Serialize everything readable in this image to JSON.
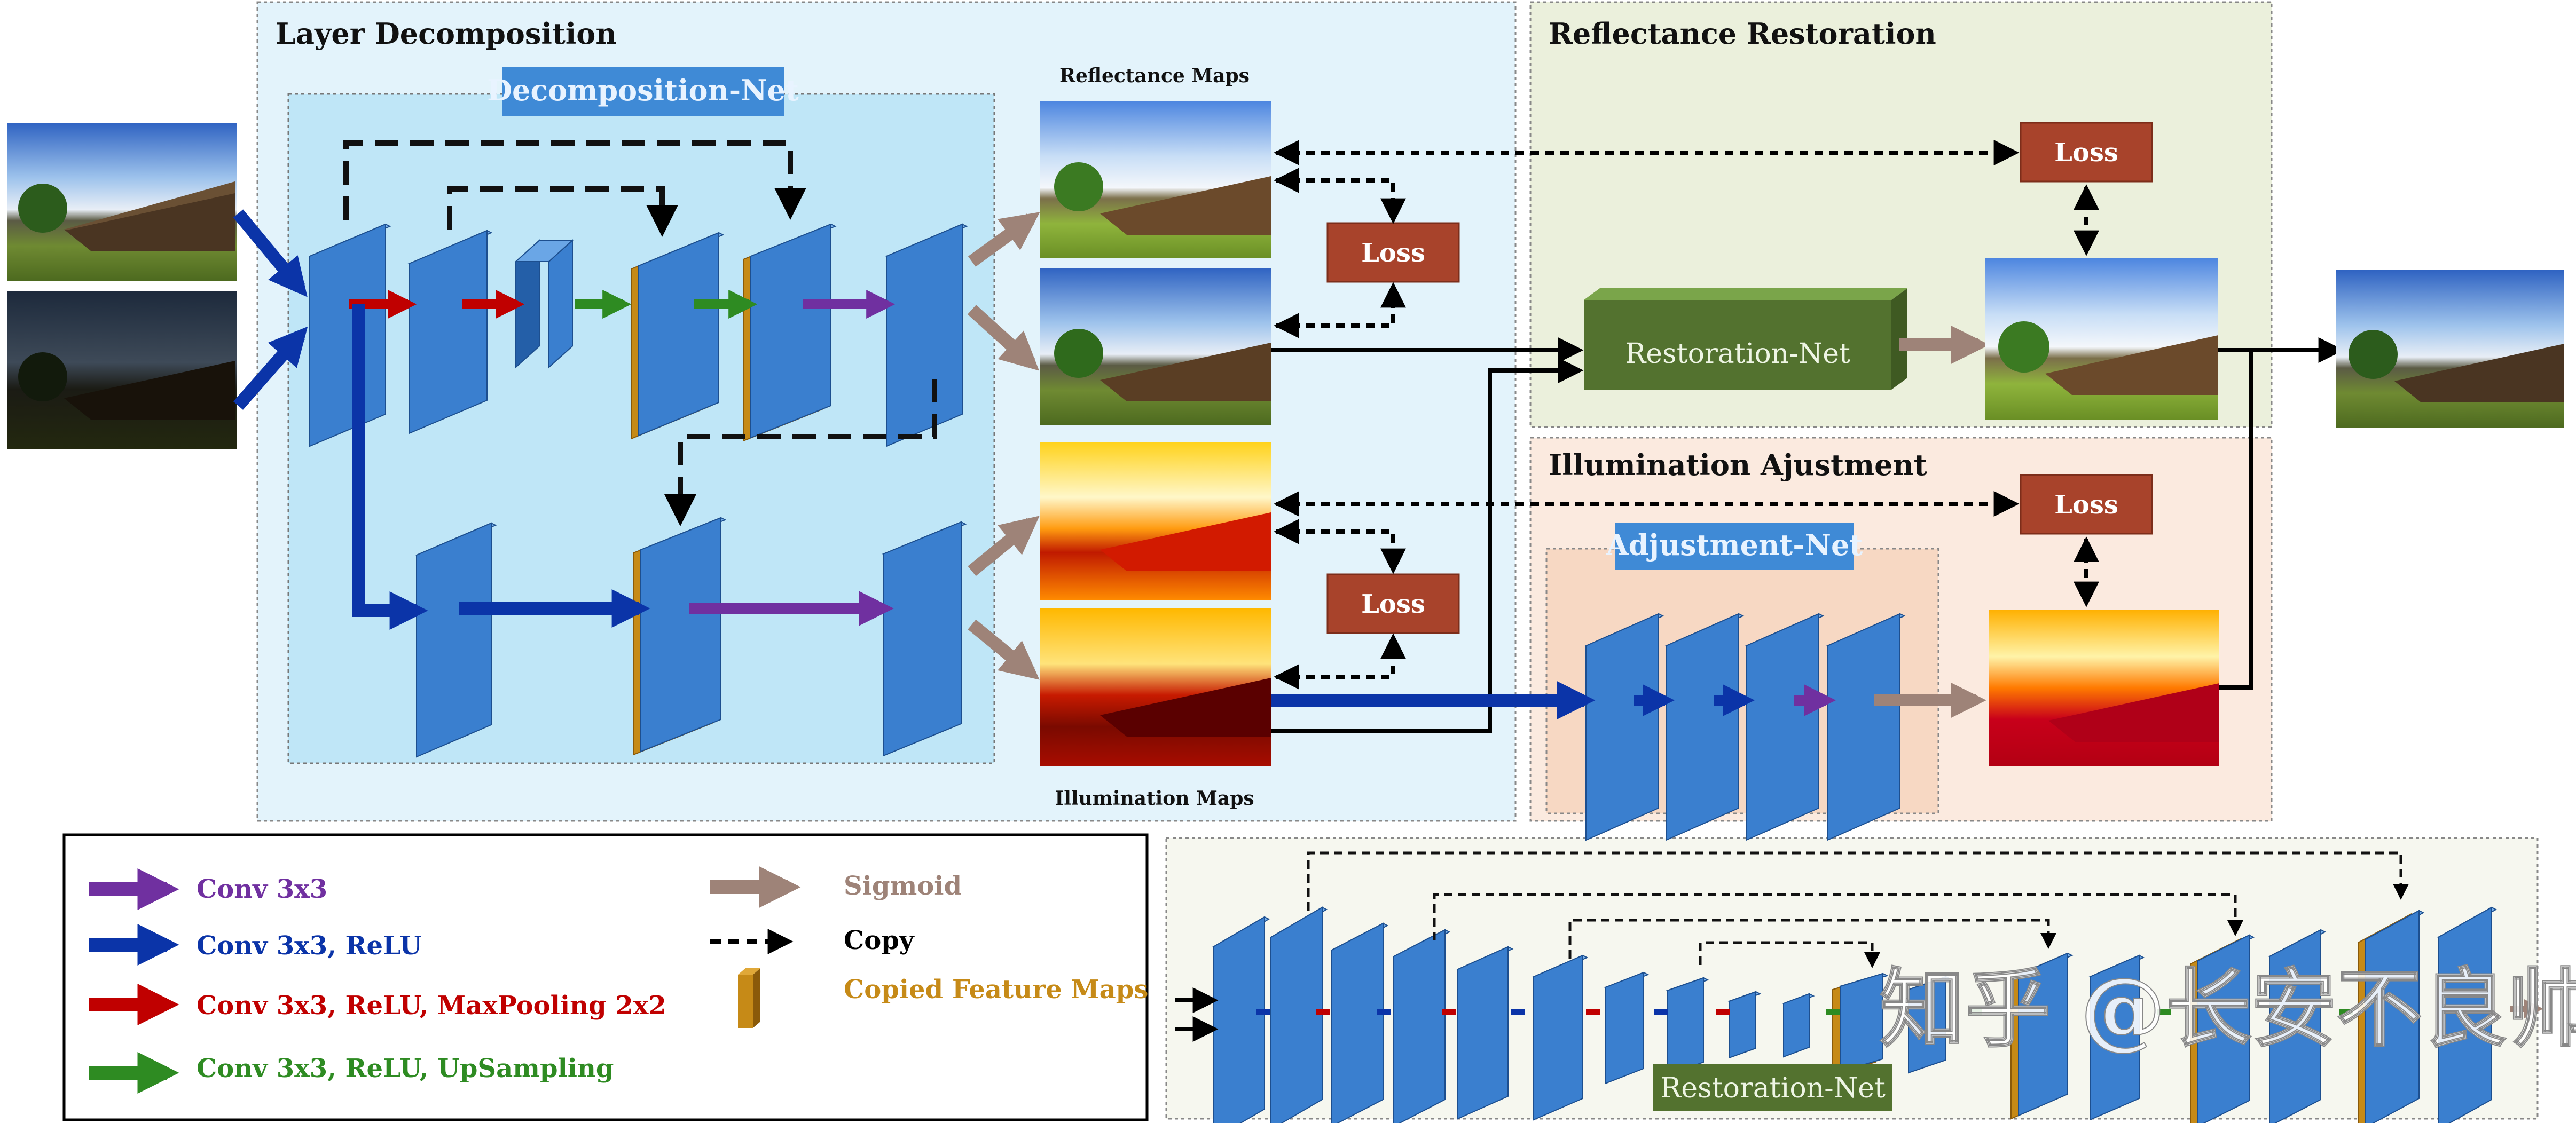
{
  "sections": {
    "layer_decomposition": "Layer Decomposition",
    "reflectance_restoration": "Reflectance Restoration",
    "illumination_adjustment": "Illumination Ajustment"
  },
  "nets": {
    "decomposition": "Decomposition-Net",
    "restoration": "Restoration-Net",
    "adjustment": "Adjustment-Net",
    "restoration_detail": "Restoration-Net"
  },
  "maps": {
    "reflectance": "Reflectance Maps",
    "illumination": "Illumination Maps"
  },
  "loss_label": "Loss",
  "legend": {
    "conv": "Conv 3x3",
    "conv_relu": "Conv 3x3, ReLU",
    "conv_relu_pool": "Conv 3x3, ReLU, MaxPooling 2x2",
    "conv_relu_up": "Conv 3x3, ReLU, UpSampling",
    "sigmoid": "Sigmoid",
    "copy": "Copy",
    "copied": "Copied Feature Maps"
  },
  "watermark": "知乎 @长安不良帅",
  "colors": {
    "conv": "#7030a0",
    "conv_relu": "#0b34a8",
    "conv_relu_pool": "#c00000",
    "conv_relu_up": "#2e8b22",
    "sigmoid": "#9e8378",
    "copied": "#c68a17",
    "loss_box": "#a8432b",
    "restoration_net": "#53722f",
    "layer_blue": "#3a7fcf"
  }
}
